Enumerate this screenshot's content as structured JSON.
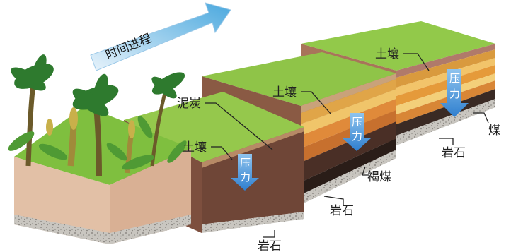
{
  "time_label": "时间进程",
  "block2": {
    "peat": "泥炭",
    "soil": "土壤",
    "rock": "岩石",
    "pressure": [
      "压",
      "力"
    ]
  },
  "block3": {
    "soil": "土壤",
    "lignite": "褐煤",
    "rock": "岩石",
    "pressure": [
      "压",
      "力"
    ]
  },
  "block4": {
    "soil": "土壤",
    "coal": "煤",
    "rock": "岩石",
    "pressure": [
      "压",
      "力"
    ]
  },
  "colors": {
    "grass": "#8cc63f",
    "arrow": "#4a90d9",
    "peat": "#6b4a3a",
    "lignite": "#3a2a22",
    "coal": "#2a2020"
  }
}
